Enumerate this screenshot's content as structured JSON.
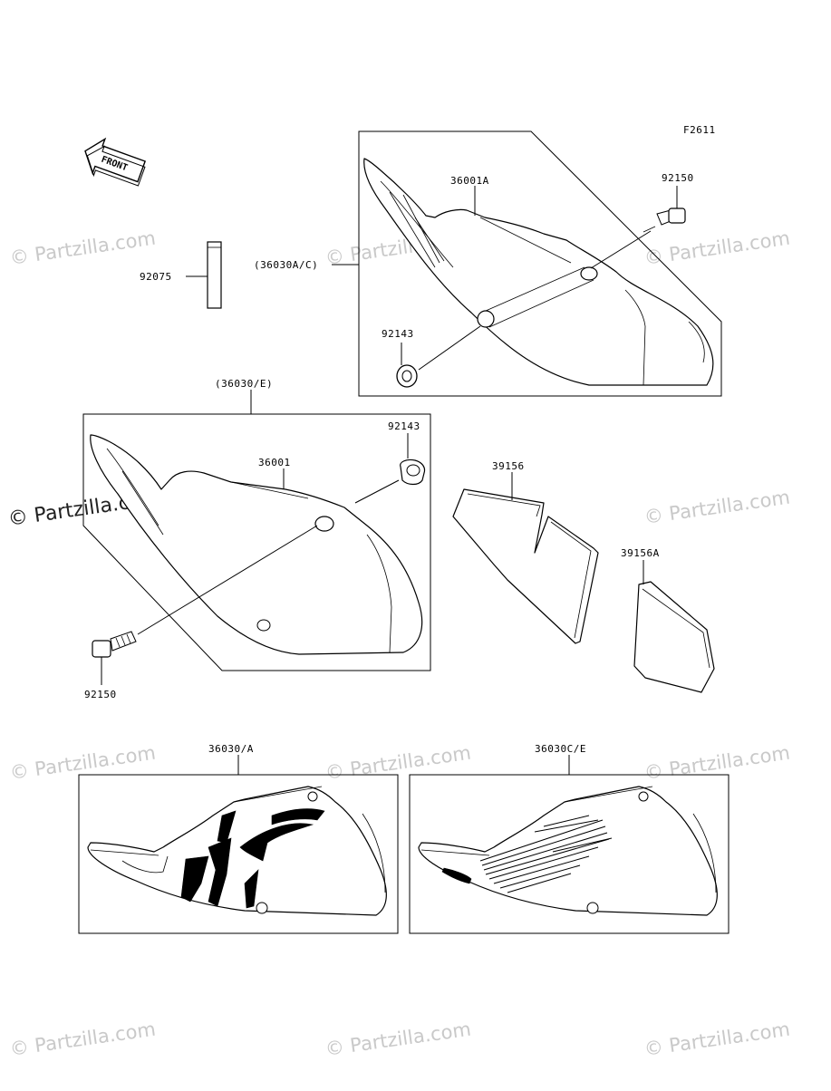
{
  "figure_code": "F2611",
  "front_label": "FRONT",
  "watermark": "© Partzilla.com",
  "parts": {
    "p92075": "92075",
    "p36030ac": "(36030A/C)",
    "p36001a": "36001A",
    "p92150_top": "92150",
    "p92143_top": "92143",
    "p36030e": "(36030/E)",
    "p36001": "36001",
    "p92143_mid": "92143",
    "p92150_mid": "92150",
    "p39156": "39156",
    "p39156a": "39156A",
    "p36030a": "36030/A",
    "p36030ce": "36030C/E"
  },
  "icons": [
    "front-arrow-icon",
    "watermark-copyright-icon"
  ]
}
